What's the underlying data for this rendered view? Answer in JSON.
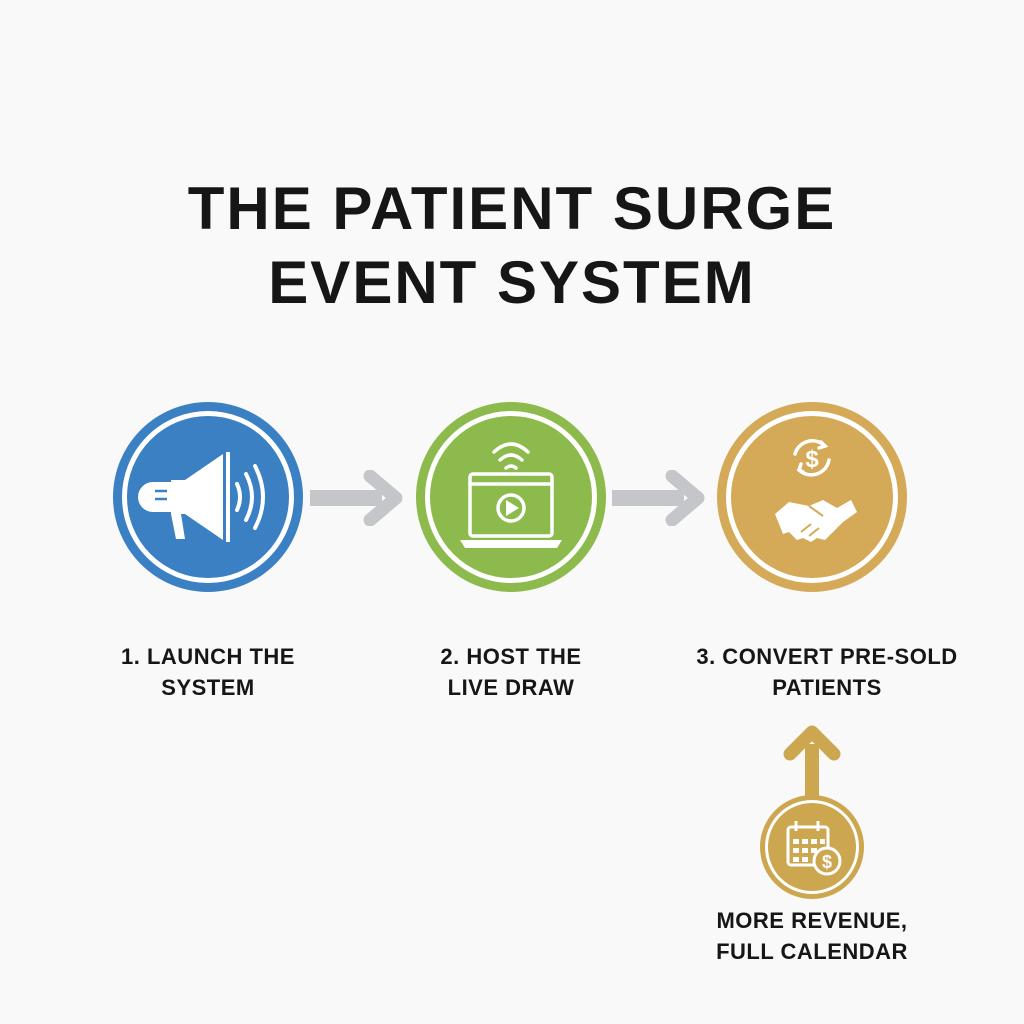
{
  "title": {
    "line1": "THE PATIENT SURGE",
    "line2": "EVENT SYSTEM"
  },
  "steps": [
    {
      "line1": "1. LAUNCH THE",
      "line2": "SYSTEM",
      "icon": "megaphone-icon",
      "color": "#3b80c3"
    },
    {
      "line1": "2. HOST THE",
      "line2": "LIVE DRAW",
      "icon": "laptop-play-icon",
      "color": "#8dba4c"
    },
    {
      "line1": "3. CONVERT PRE-SOLD",
      "line2": "PATIENTS",
      "icon": "dollar-handshake-icon",
      "color": "#d4aa58"
    }
  ],
  "outcome": {
    "line1": "MORE REVENUE,",
    "line2": "FULL CALENDAR",
    "icon": "calendar-dollar-icon",
    "color": "#cda650"
  },
  "colors": {
    "arrow": "#c4c6ca",
    "text": "#161616"
  }
}
